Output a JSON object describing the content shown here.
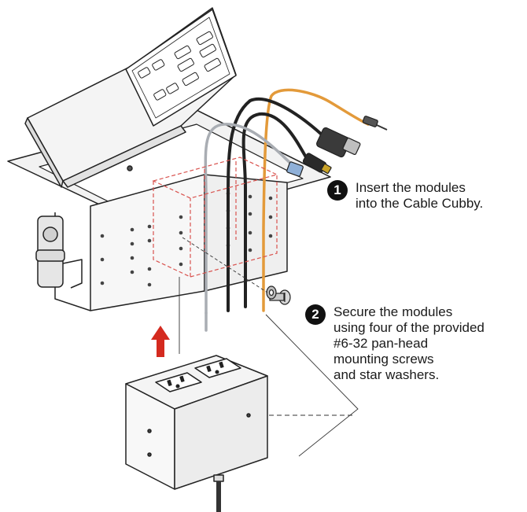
{
  "steps": [
    {
      "number": "1",
      "lines": [
        "Insert the modules",
        "into the Cable Cubby."
      ]
    },
    {
      "number": "2",
      "lines": [
        "Secure the modules",
        "using four of the provided",
        "#6-32 pan-head",
        "mounting screws",
        "and star washers."
      ]
    }
  ],
  "colors": {
    "accent_arrow": "#d42a1f",
    "guide_dash": "#d9534f",
    "orange_cable": "#e39a3a",
    "gray_cable": "#a9adb3",
    "black_cable": "#222222",
    "hdmi_tip": "#c9a227",
    "rj45_clip": "#8fb0d8"
  },
  "icons": [
    "up-arrow-icon",
    "screw-icon",
    "star-washer-icon",
    "power-outlet-icon"
  ]
}
